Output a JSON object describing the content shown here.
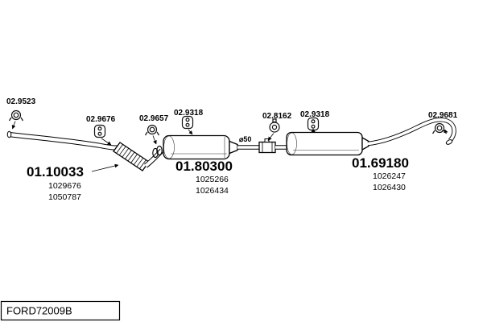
{
  "footer": {
    "code": "FORD72009B"
  },
  "fasteners": [
    {
      "id": "02.9523",
      "icon": "clamp-icon"
    },
    {
      "id": "02.9676",
      "icon": "rubber-hanger-icon"
    },
    {
      "id": "02.9657",
      "icon": "clamp-icon"
    },
    {
      "id": "02.9318",
      "icon": "rubber-hanger-icon"
    },
    {
      "id": "02.8162",
      "icon": "grommet-hanger-icon"
    },
    {
      "id": "02.9318",
      "icon": "rubber-hanger-icon"
    },
    {
      "id": "02.9681",
      "icon": "clamp-icon"
    }
  ],
  "assemblies": [
    {
      "id": "01.10033",
      "refs": [
        "1029676",
        "1050787"
      ]
    },
    {
      "id": "01.80300",
      "refs": [
        "1025266",
        "1026434"
      ]
    },
    {
      "id": "01.69180",
      "refs": [
        "1026247",
        "1026430"
      ]
    }
  ],
  "annotations": {
    "pipe_diameter": "⌀50"
  }
}
